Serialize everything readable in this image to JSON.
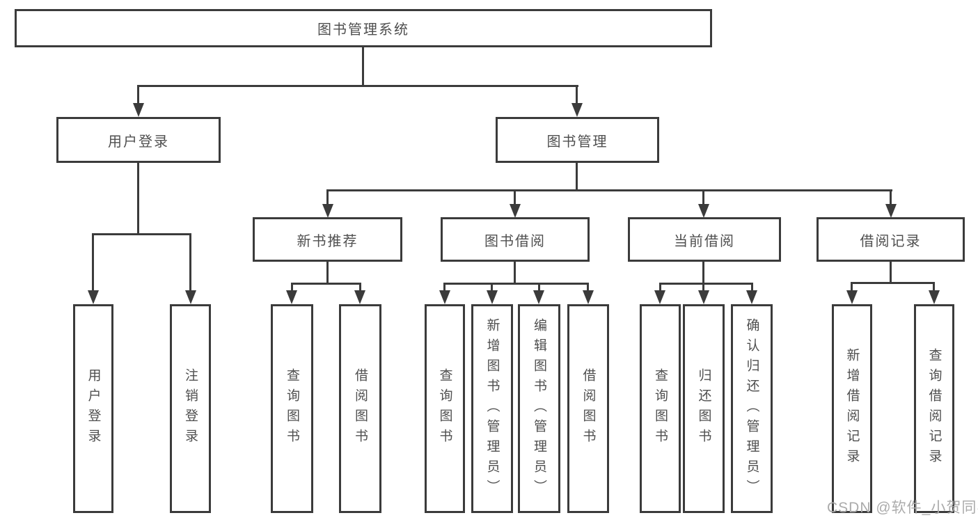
{
  "diagram_title": "图书管理系统",
  "nodes": {
    "root": {
      "label": "图书管理系统"
    },
    "userLogin": {
      "label": "用户登录"
    },
    "bookMgmt": {
      "label": "图书管理"
    },
    "newBookRec": {
      "label": "新书推荐"
    },
    "bookBorrow": {
      "label": "图书借阅"
    },
    "currentBorrow": {
      "label": "当前借阅"
    },
    "borrowRecord": {
      "label": "借阅记录"
    },
    "leafUserLogin": {
      "label": "用户登录"
    },
    "leafLogout": {
      "label": "注销登录"
    },
    "leafQueryBook1": {
      "label": "查询图书"
    },
    "leafBorrowBook1": {
      "label": "借阅图书"
    },
    "leafQueryBook2": {
      "label": "查询图书"
    },
    "leafAddBook": {
      "label": "新增图书（管理员）"
    },
    "leafEditBook": {
      "label": "编辑图书（管理员）"
    },
    "leafBorrowBook2": {
      "label": "借阅图书"
    },
    "leafQueryBook3": {
      "label": "查询图书"
    },
    "leafReturnBook": {
      "label": "归还图书"
    },
    "leafConfirmReturn": {
      "label": "确认归还（管理员）"
    },
    "leafAddRecord": {
      "label": "新增借阅记录"
    },
    "leafQueryRecord": {
      "label": "查询借阅记录"
    }
  },
  "hierarchy": {
    "图书管理系统": [
      "用户登录",
      "图书管理"
    ],
    "用户登录": [
      "用户登录",
      "注销登录"
    ],
    "图书管理": [
      "新书推荐",
      "图书借阅",
      "当前借阅",
      "借阅记录"
    ],
    "新书推荐": [
      "查询图书",
      "借阅图书"
    ],
    "图书借阅": [
      "查询图书",
      "新增图书（管理员）",
      "编辑图书（管理员）",
      "借阅图书"
    ],
    "当前借阅": [
      "查询图书",
      "归还图书",
      "确认归还（管理员）"
    ],
    "借阅记录": [
      "新增借阅记录",
      "查询借阅记录"
    ]
  },
  "watermark": {
    "text": "CSDN @软件_小贺同学"
  },
  "colors": {
    "line": "#3b3b3b",
    "box_border": "#3b3b3b",
    "text": "#4f4f4f",
    "watermark": "#ababab",
    "background": "#ffffff"
  }
}
